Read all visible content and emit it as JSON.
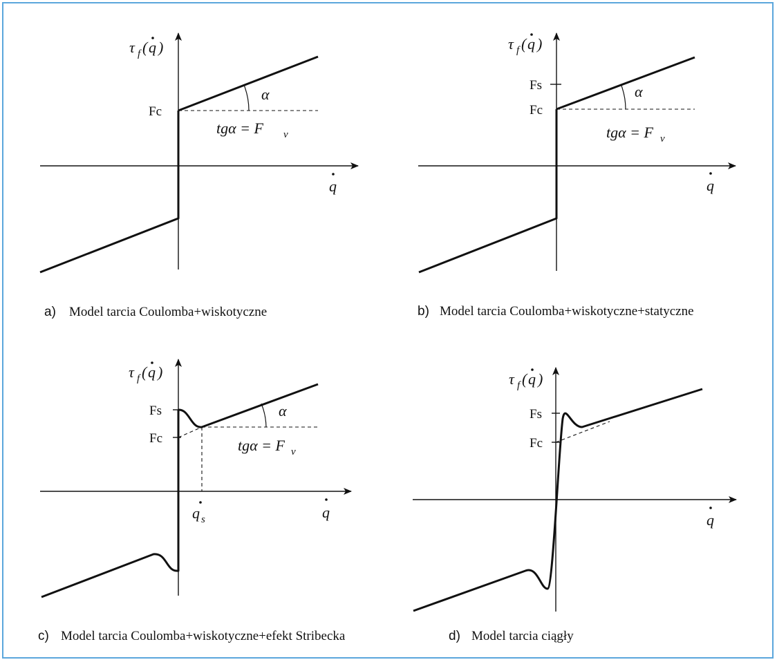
{
  "symbols": {
    "tau": "τ",
    "f": "f",
    "q": "q",
    "arg_open": "(",
    "arg_close": ")",
    "alpha": "α",
    "tg_left": "tgα = F",
    "tg_sub": "v",
    "qs": "q",
    "qs_sub": "s"
  },
  "levels": {
    "fc": "Fc",
    "fs": "Fs"
  },
  "panels": [
    {
      "letter": "a)",
      "caption": "Model tarcia Coulomba+wiskotyczne"
    },
    {
      "letter": "b)",
      "caption": "Model tarcia Coulomba+wiskotyczne+statyczne"
    },
    {
      "letter": "c)",
      "caption": "Model tarcia Coulomba+wiskotyczne+efekt Stribecka"
    },
    {
      "letter": "d)",
      "caption": "Model tarcia ciągły"
    }
  ],
  "colors": {
    "border": "#5aa6dc",
    "ink": "#111111"
  }
}
